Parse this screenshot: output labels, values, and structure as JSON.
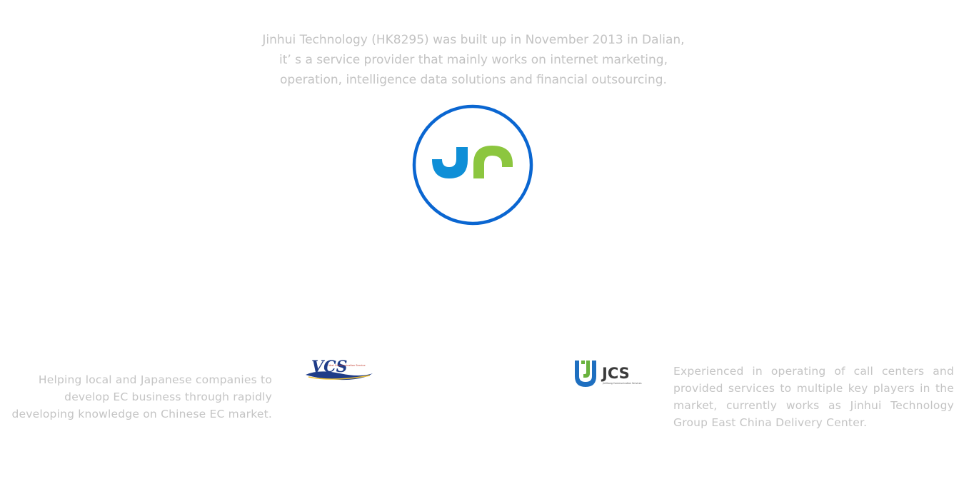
{
  "intro": {
    "lines": [
      "Jinhui Technology (HK8295) was built up in November 2013 in Dalian,",
      "it’ s a service provider that mainly works on internet marketing,",
      "operation, intelligence data solutions and financial outsourcing."
    ]
  },
  "main_logo": {
    "icon": "jr-logo-icon",
    "ring_color": "#0a66d1",
    "blue": "#0f8fd7",
    "green": "#8cc63f"
  },
  "vcs": {
    "logo_text": "VCS",
    "tagline": "Vast Communication Service",
    "description_lines": [
      "Helping local and Japanese companies to",
      "develop EC business through rapidly",
      "developing knowledge on Chinese EC market."
    ]
  },
  "jcs": {
    "logo_text": "JCS",
    "subtitle": "JinShang Communication Services",
    "description_lines": [
      "Experienced in operating of call centers and",
      "provided services to multiple key players in the",
      "market, currently works as Jinhui Technology",
      "Group East China Delivery Center."
    ]
  }
}
